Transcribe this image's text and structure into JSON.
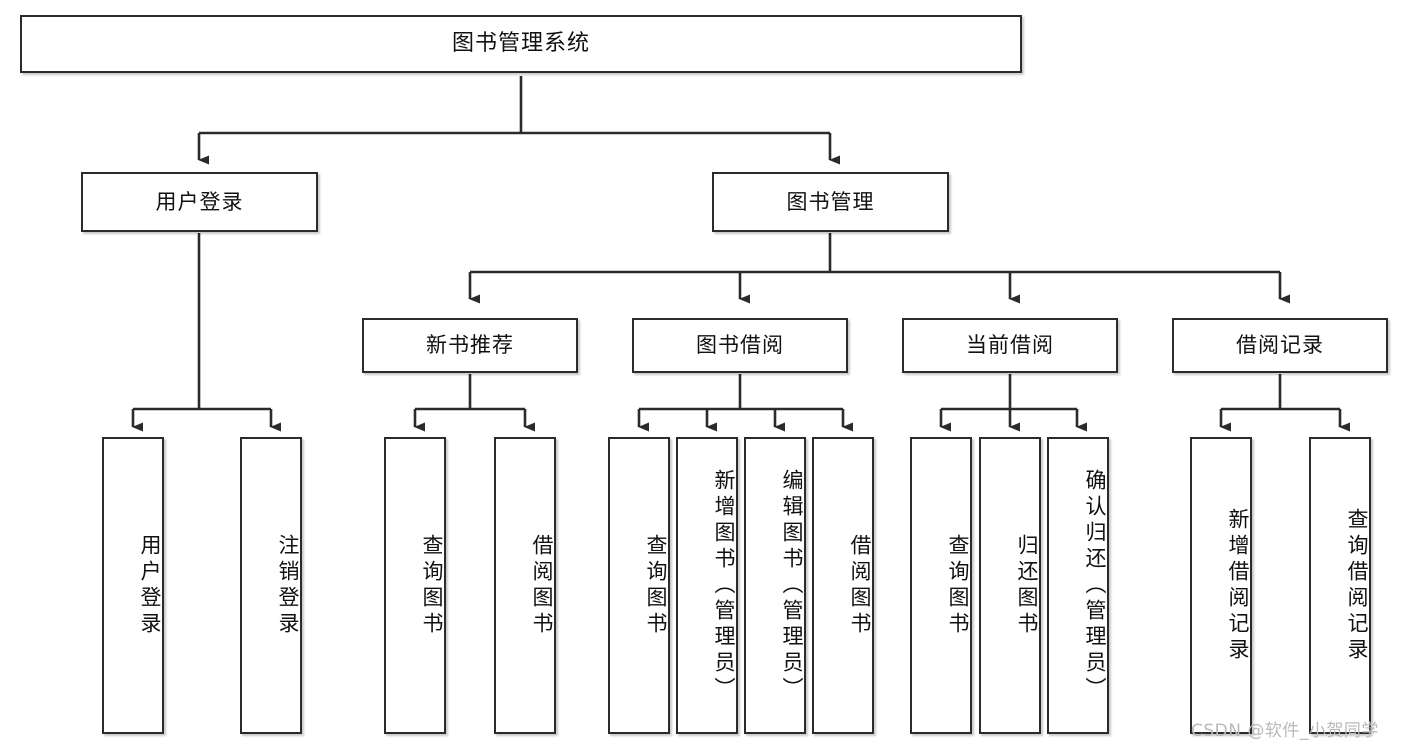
{
  "diagram": {
    "title": "图书管理系统",
    "type": "hierarchy-tree",
    "root": {
      "id": "root",
      "label": "图书管理系统"
    },
    "level2": [
      {
        "id": "user-login",
        "label": "用户登录"
      },
      {
        "id": "book-manage",
        "label": "图书管理"
      }
    ],
    "level3": [
      {
        "id": "new-book-rec",
        "label": "新书推荐",
        "parent": "book-manage"
      },
      {
        "id": "book-borrow",
        "label": "图书借阅",
        "parent": "book-manage"
      },
      {
        "id": "current-borrow",
        "label": "当前借阅",
        "parent": "book-manage"
      },
      {
        "id": "borrow-record",
        "label": "借阅记录",
        "parent": "book-manage"
      }
    ],
    "leaves": {
      "user-login": [
        {
          "id": "leaf-user-login",
          "label": "用户登录"
        },
        {
          "id": "leaf-logout",
          "label": "注销登录"
        }
      ],
      "new-book-rec": [
        {
          "id": "leaf-query-book-1",
          "label": "查询图书"
        },
        {
          "id": "leaf-borrow-book-1",
          "label": "借阅图书"
        }
      ],
      "book-borrow": [
        {
          "id": "leaf-query-book-2",
          "label": "查询图书"
        },
        {
          "id": "leaf-add-book",
          "label": "新增图书（管理员）"
        },
        {
          "id": "leaf-edit-book",
          "label": "编辑图书（管理员）"
        },
        {
          "id": "leaf-borrow-book-2",
          "label": "借阅图书"
        }
      ],
      "current-borrow": [
        {
          "id": "leaf-query-book-3",
          "label": "查询图书"
        },
        {
          "id": "leaf-return-book",
          "label": "归还图书"
        },
        {
          "id": "leaf-confirm-return",
          "label": "确认归还（管理员）"
        }
      ],
      "borrow-record": [
        {
          "id": "leaf-add-record",
          "label": "新增借阅记录"
        },
        {
          "id": "leaf-query-record",
          "label": "查询借阅记录"
        }
      ]
    }
  },
  "watermark": {
    "text": "CSDN @软件_小贺同学"
  },
  "colors": {
    "border": "#2b2b2b",
    "background": "#ffffff",
    "text": "#111111",
    "watermark": "#b9b9b9"
  }
}
